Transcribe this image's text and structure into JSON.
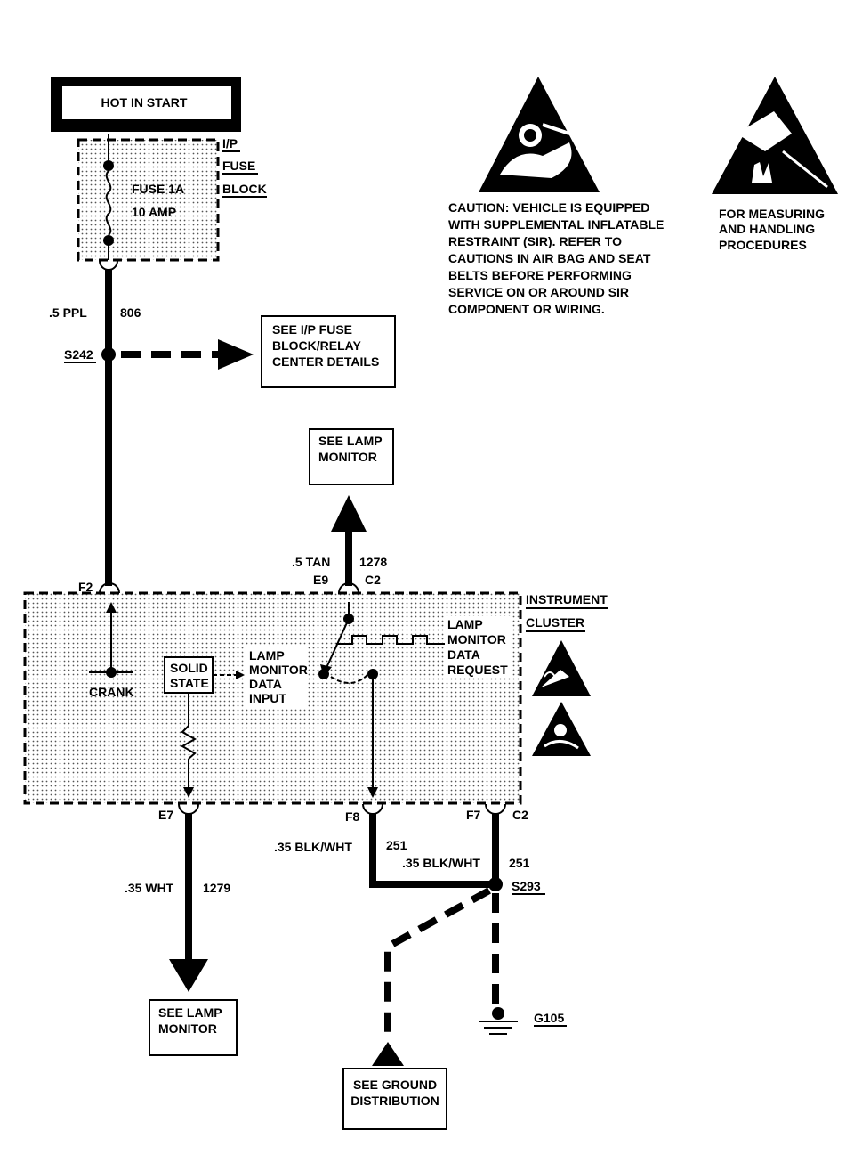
{
  "hot_label": "HOT IN START",
  "fuse_block": {
    "l1": "I/P",
    "l2": "FUSE",
    "l3": "BLOCK",
    "fuse_name": "FUSE 1A",
    "fuse_rating": "10 AMP"
  },
  "wire_806": {
    "size": ".5 PPL",
    "circuit": "806"
  },
  "splice_s242": "S242",
  "ref_fuse_block": {
    "l1": "SEE I/P FUSE",
    "l2": "BLOCK/RELAY",
    "l3": "CENTER DETAILS"
  },
  "ref_lamp_top": {
    "l1": "SEE LAMP",
    "l2": "MONITOR"
  },
  "wire_1278": {
    "size": ".5 TAN",
    "circuit": "1278",
    "pin": "E9",
    "conn": "C2"
  },
  "cluster": {
    "l1": "INSTRUMENT",
    "l2": "CLUSTER",
    "pin_f2": "F2",
    "crank": "CRANK",
    "solid1": "SOLID",
    "solid2": "STATE",
    "in1": "LAMP",
    "in2": "MONITOR",
    "in3": "DATA",
    "in4": "INPUT",
    "req1": "LAMP",
    "req2": "MONITOR",
    "req3": "DATA",
    "req4": "REQUEST",
    "pin_e7": "E7",
    "pin_f8": "F8",
    "pin_f7": "F7",
    "conn_c2": "C2"
  },
  "wire_1279": {
    "size": ".35 WHT",
    "circuit": "1279"
  },
  "wire_251a": {
    "size": ".35 BLK/WHT",
    "circuit": "251"
  },
  "wire_251b": {
    "size": ".35 BLK/WHT",
    "circuit": "251"
  },
  "splice_s293": "S293",
  "ground_g105": "G105",
  "ref_lamp_bottom": {
    "l1": "SEE LAMP",
    "l2": "MONITOR"
  },
  "ref_ground": {
    "l1": "SEE GROUND",
    "l2": "DISTRIBUTION"
  },
  "caution": {
    "l1": "CAUTION: VEHICLE IS EQUIPPED",
    "l2": "WITH SUPPLEMENTAL INFLATABLE",
    "l3": "RESTRAINT (SIR). REFER TO",
    "l4": "CAUTIONS IN AIR BAG AND SEAT",
    "l5": "BELTS BEFORE PERFORMING",
    "l6": "SERVICE ON OR AROUND SIR",
    "l7": "COMPONENT OR WIRING."
  },
  "esd": {
    "l1": "FOR MEASURING",
    "l2": "AND HANDLING",
    "l3": "PROCEDURES"
  },
  "icons": [
    "sir-warning-icon",
    "esd-warning-icon"
  ]
}
